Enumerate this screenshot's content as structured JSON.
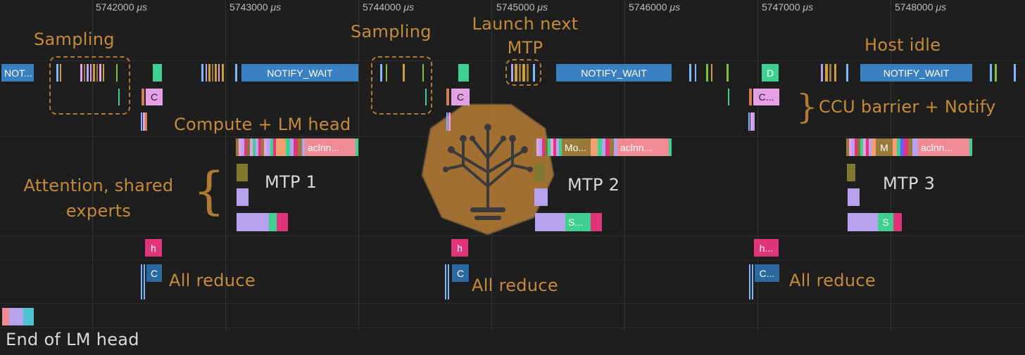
{
  "timeline": {
    "unit": "μs",
    "ticks": [
      {
        "value": "5742000"
      },
      {
        "value": "5743000"
      },
      {
        "value": "5744000"
      },
      {
        "value": "5745000"
      },
      {
        "value": "5746000"
      },
      {
        "value": "5747000"
      },
      {
        "value": "5748000"
      }
    ]
  },
  "slice_labels": {
    "not": "NOT...",
    "notify_wait": "NOTIFY_WAIT",
    "c": "C",
    "c_ellipsis": "C...",
    "d": "D",
    "acinn": "aclnn...",
    "mo": "Mo...",
    "m": "M",
    "s_ellipsis": "S...",
    "s": "S",
    "h": "h",
    "h_ellipsis": "h..."
  },
  "annotations": {
    "sampling": "Sampling",
    "launch_next_mtp": "Launch next\nMTP",
    "host_idle": "Host idle",
    "ccu_barrier_notify": "CCU barrier + Notify",
    "compute_lm_head": "Compute + LM head",
    "attention_shared_experts": "Attention, shared\nexperts",
    "mtp1": "MTP 1",
    "mtp2": "MTP 2",
    "mtp3": "MTP 3",
    "all_reduce": "All reduce",
    "end_of_lm_head": "End of LM head"
  },
  "colors": {
    "background": "#1e1e1e",
    "notify_wait": "#3a7fc0",
    "pink": "#e6a0e6",
    "green": "#3fcf8e",
    "magenta": "#e0357b",
    "lavender": "#b7a2ef",
    "olive": "#80782f",
    "salmon": "#f08a95",
    "annotation": "#c58a3b"
  },
  "logo": {
    "name": "circuit-tree-icon"
  }
}
